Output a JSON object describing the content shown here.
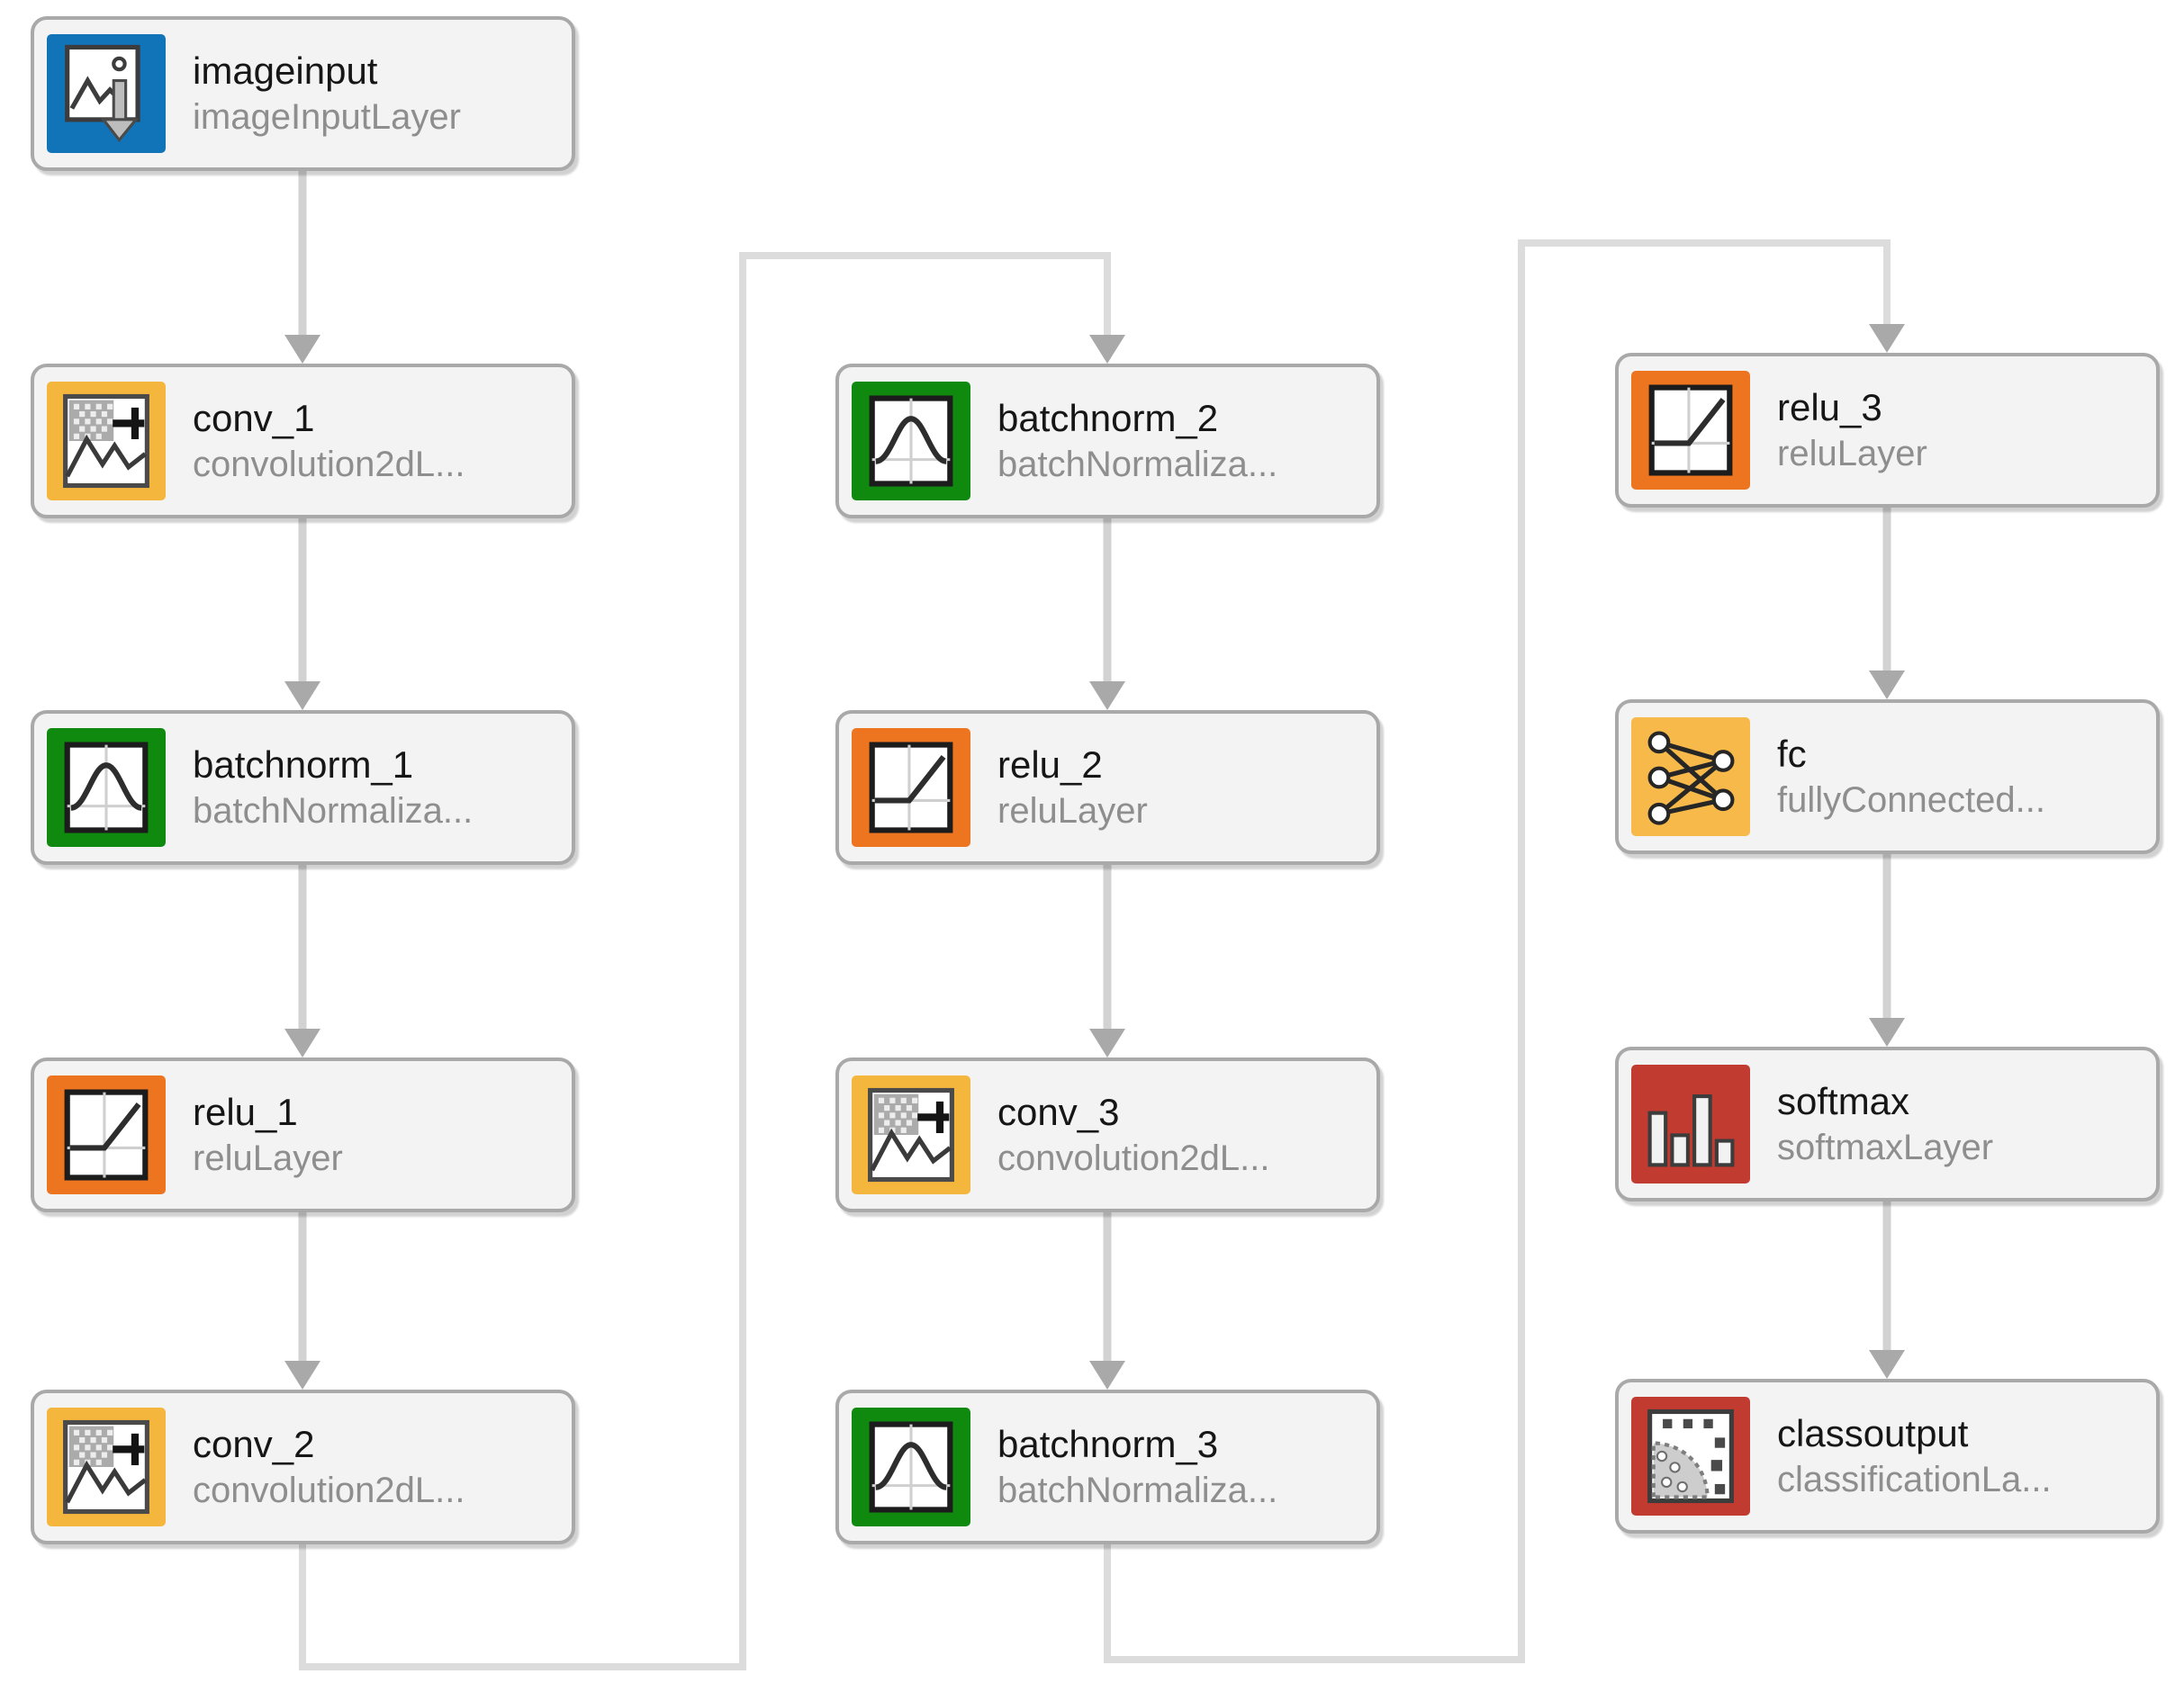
{
  "nodes": [
    {
      "id": "imageinput",
      "title": "imageinput",
      "subtitle": "imageInputLayer",
      "icon": "image-input-icon",
      "color": "#1173b8"
    },
    {
      "id": "conv_1",
      "title": "conv_1",
      "subtitle": "convolution2dL...",
      "icon": "convolution2d-icon",
      "color": "#f5b63e"
    },
    {
      "id": "batchnorm_1",
      "title": "batchnorm_1",
      "subtitle": "batchNormaliza...",
      "icon": "batch-normalization-icon",
      "color": "#0f8a0f"
    },
    {
      "id": "relu_1",
      "title": "relu_1",
      "subtitle": "reluLayer",
      "icon": "relu-icon",
      "color": "#ee7520"
    },
    {
      "id": "conv_2",
      "title": "conv_2",
      "subtitle": "convolution2dL...",
      "icon": "convolution2d-icon",
      "color": "#f5b63e"
    },
    {
      "id": "batchnorm_2",
      "title": "batchnorm_2",
      "subtitle": "batchNormaliza...",
      "icon": "batch-normalization-icon",
      "color": "#0f8a0f"
    },
    {
      "id": "relu_2",
      "title": "relu_2",
      "subtitle": "reluLayer",
      "icon": "relu-icon",
      "color": "#ee7520"
    },
    {
      "id": "conv_3",
      "title": "conv_3",
      "subtitle": "convolution2dL...",
      "icon": "convolution2d-icon",
      "color": "#f5b63e"
    },
    {
      "id": "batchnorm_3",
      "title": "batchnorm_3",
      "subtitle": "batchNormaliza...",
      "icon": "batch-normalization-icon",
      "color": "#0f8a0f"
    },
    {
      "id": "relu_3",
      "title": "relu_3",
      "subtitle": "reluLayer",
      "icon": "relu-icon",
      "color": "#ee7520"
    },
    {
      "id": "fc",
      "title": "fc",
      "subtitle": "fullyConnected...",
      "icon": "fully-connected-icon",
      "color": "#f7ba4a"
    },
    {
      "id": "softmax",
      "title": "softmax",
      "subtitle": "softmaxLayer",
      "icon": "softmax-icon",
      "color": "#c23b30"
    },
    {
      "id": "classoutput",
      "title": "classoutput",
      "subtitle": "classificationLa...",
      "icon": "classification-output-icon",
      "color": "#c23b30"
    }
  ],
  "edges": [
    {
      "from": "imageinput",
      "to": "conv_1"
    },
    {
      "from": "conv_1",
      "to": "batchnorm_1"
    },
    {
      "from": "batchnorm_1",
      "to": "relu_1"
    },
    {
      "from": "relu_1",
      "to": "conv_2"
    },
    {
      "from": "conv_2",
      "to": "batchnorm_2"
    },
    {
      "from": "batchnorm_2",
      "to": "relu_2"
    },
    {
      "from": "relu_2",
      "to": "conv_3"
    },
    {
      "from": "conv_3",
      "to": "batchnorm_3"
    },
    {
      "from": "batchnorm_3",
      "to": "relu_3"
    },
    {
      "from": "relu_3",
      "to": "fc"
    },
    {
      "from": "fc",
      "to": "softmax"
    },
    {
      "from": "softmax",
      "to": "classoutput"
    }
  ],
  "colors": {
    "canvas": "#ffffff",
    "node_fill": "#f3f3f3",
    "node_border": "#a9a9a9",
    "title_text": "#161616",
    "subtitle_text": "#8e8e8e",
    "wire": "#d2d2d2",
    "wire_long": "#dcdcdc",
    "arrowhead": "#a9a9a9",
    "input_blue": "#1173b8",
    "conv_amber": "#f5b63e",
    "batchnorm_green": "#0f8a0f",
    "relu_orange": "#ee7520",
    "fc_amber": "#f7ba4a",
    "output_red": "#c23b30"
  }
}
